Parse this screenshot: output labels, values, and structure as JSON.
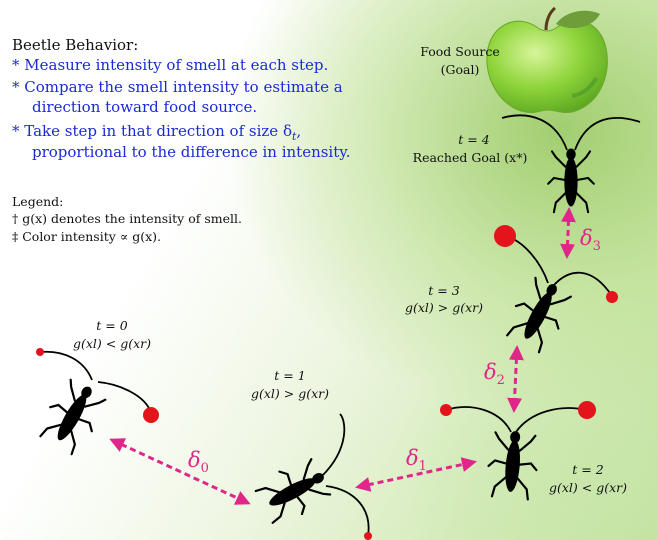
{
  "behavior": {
    "heading": "Beetle Behavior:",
    "items": [
      "* Measure intensity of smell at each step.",
      "* Compare the smell intensity to estimate a",
      "direction toward food source.",
      "* Take step in that direction of size δ",
      "proportional to the difference in intensity."
    ],
    "step_subscript": "t",
    "step_suffix": ","
  },
  "legend": {
    "heading": "Legend:",
    "line1": "† g(x) denotes the intensity of smell.",
    "line2": "‡ Color intensity ∝ g(x)."
  },
  "food": {
    "label1": "Food Source",
    "label2": "(Goal)"
  },
  "steps": {
    "t0": {
      "time": "t = 0",
      "cond": "g(xl) < g(xr)"
    },
    "t1": {
      "time": "t = 1",
      "cond": "g(xl) > g(xr)"
    },
    "t2": {
      "time": "t = 2",
      "cond": "g(xl) < g(xr)"
    },
    "t3": {
      "time": "t = 3",
      "cond": "g(xl) > g(xr)"
    },
    "t4": {
      "time": "t = 4",
      "cond": "Reached Goal (x*)"
    }
  },
  "deltas": {
    "d0": "δ",
    "d0_sub": "0",
    "d1": "δ",
    "d1_sub": "1",
    "d2": "δ",
    "d2_sub": "2",
    "d3": "δ",
    "d3_sub": "3"
  },
  "colors": {
    "text_blue": "#1a2ad6",
    "arrow_magenta": "#e0268a",
    "antenna_dot": "#e3141c",
    "apple": "#8ed43a",
    "beetle": "#000000"
  }
}
